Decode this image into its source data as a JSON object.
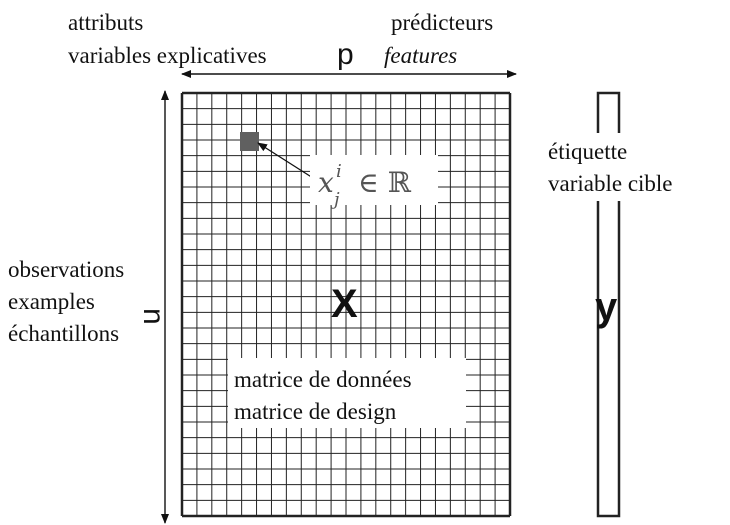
{
  "top_labels": {
    "attributes": "attributs",
    "explanatory": "variables explicatives",
    "p": "p",
    "predictors": "prédicteurs",
    "features": "features"
  },
  "left_labels": {
    "observations": "observations",
    "examples": "examples",
    "samples": "échantillons",
    "n": "n"
  },
  "matrix": {
    "symbol": "X",
    "caption_line1": "matrice de données",
    "caption_line2": "matrice de design",
    "cell_formula_base": "x",
    "cell_formula_sup": "i",
    "cell_formula_sub": "j",
    "cell_formula_rest": "∈ ℝ",
    "grid_rows": 27,
    "grid_cols": 22
  },
  "target": {
    "label_line1": "étiquette",
    "label_line2": "variable cible",
    "symbol": "y"
  },
  "colors": {
    "grid": "#222222",
    "highlight_cell": "#606060",
    "formula": "#555555"
  }
}
